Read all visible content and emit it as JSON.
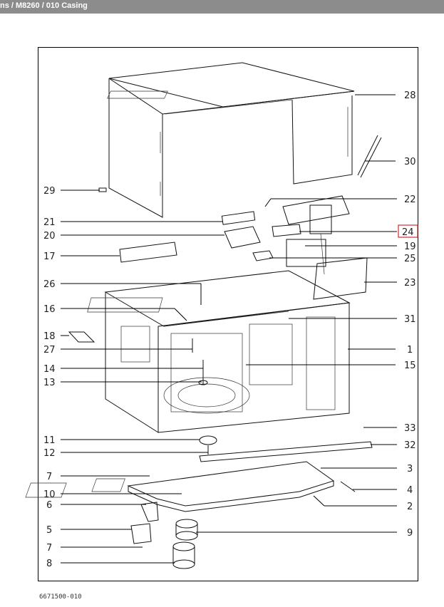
{
  "header": {
    "title": "ns / M8260 / 010 Casing"
  },
  "footer": {
    "drawing_number": "6671500-010"
  },
  "highlighted_callout": "24",
  "callouts": {
    "c28": "28",
    "c30": "30",
    "c29": "29",
    "c22": "22",
    "c21": "21",
    "c24": "24",
    "c20": "20",
    "c19": "19",
    "c17": "17",
    "c25": "25",
    "c26": "26",
    "c23": "23",
    "c16": "16",
    "c31": "31",
    "c18": "18",
    "c27": "27",
    "c1": "1",
    "c14": "14",
    "c15": "15",
    "c13": "13",
    "c11": "11",
    "c33": "33",
    "c12": "12",
    "c32": "32",
    "c7a": "7",
    "c3": "3",
    "c10": "10",
    "c4": "4",
    "c6": "6",
    "c2": "2",
    "c5": "5",
    "c9": "9",
    "c7b": "7",
    "c8": "8"
  }
}
